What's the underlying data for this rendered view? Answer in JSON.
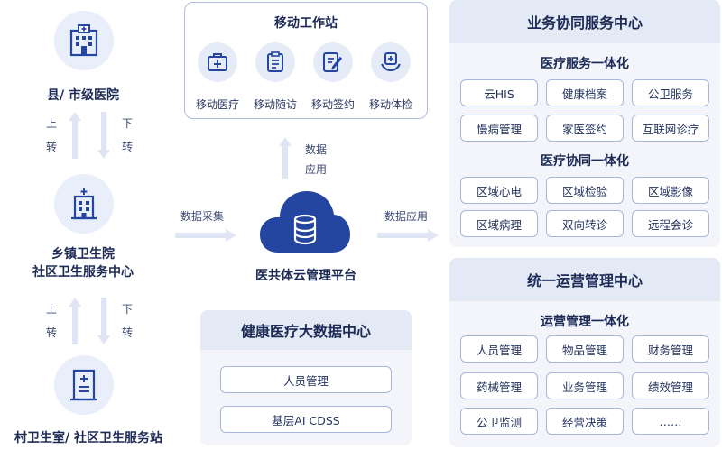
{
  "left": {
    "county_hospital": "县/ 市级医院",
    "township_line1": "乡镇卫生院",
    "township_line2": "社区卫生服务中心",
    "village_clinic": "村卫生室/ 社区卫生服务站",
    "up_char1": "上",
    "up_char2": "转",
    "down_char1": "下",
    "down_char2": "转"
  },
  "mobile_station": {
    "title": "移动工作站",
    "items": [
      {
        "label": "移动医疗",
        "icon": "medical-kit-icon"
      },
      {
        "label": "移动随访",
        "icon": "clipboard-icon"
      },
      {
        "label": "移动签约",
        "icon": "sign-pen-icon"
      },
      {
        "label": "移动体检",
        "icon": "hand-care-icon"
      }
    ]
  },
  "center": {
    "platform_label": "医共体云管理平台",
    "data_collect": "数据采集",
    "data_apply_right": "数据应用",
    "data_apply_up_1": "数据",
    "data_apply_up_2": "应用"
  },
  "bigdata_center": {
    "title": "健康医疗大数据中心",
    "items": [
      "人员管理",
      "基层AI  CDSS"
    ]
  },
  "business_center": {
    "title": "业务协同服务中心",
    "group1_title": "医疗服务一体化",
    "group1_items": [
      "云HIS",
      "健康档案",
      "公卫服务",
      "慢病管理",
      "家医签约",
      "互联网诊疗"
    ],
    "group2_title": "医疗协同一体化",
    "group2_items": [
      "区域心电",
      "区域检验",
      "区域影像",
      "区域病理",
      "双向转诊",
      "远程会诊"
    ]
  },
  "operations_center": {
    "title": "统一运营管理中心",
    "group_title": "运营管理一体化",
    "items": [
      "人员管理",
      "物品管理",
      "财务管理",
      "药械管理",
      "业务管理",
      "绩效管理",
      "公卫监测",
      "经营决策",
      "……"
    ]
  },
  "colors": {
    "primary": "#2446a0",
    "panel_bg": "#f3f5fb",
    "panel_head": "#e4e9f6",
    "chip_border": "#a9b6db",
    "arrow": "#dfe5f4"
  }
}
